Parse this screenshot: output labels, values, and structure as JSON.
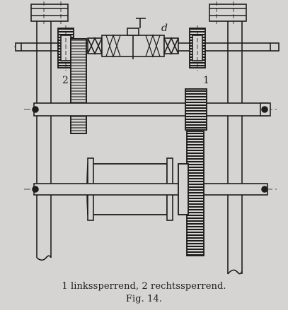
{
  "figure": {
    "labels": {
      "left_ratchet": "2",
      "right_ratchet": "1",
      "lever": "d"
    },
    "caption": {
      "line1": "1 linkssperrend, 2 rechtssperrend.",
      "line2": "Fig. 14."
    }
  },
  "colors": {
    "paper": "#d6d4d3",
    "ink": "#1e1c1c"
  }
}
